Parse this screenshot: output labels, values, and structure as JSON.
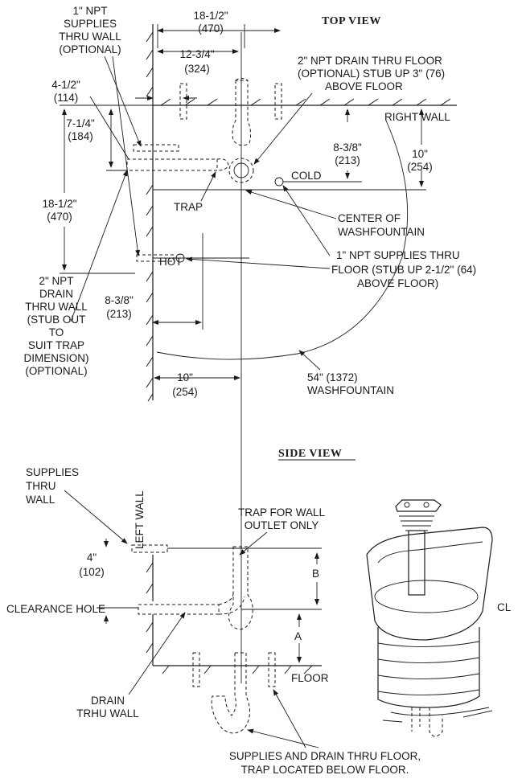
{
  "views": {
    "top": "TOP VIEW",
    "side": "SIDE VIEW"
  },
  "top": {
    "supplies_wall": [
      "1\" NPT",
      "SUPPLIES",
      "THRU WALL",
      "(OPTIONAL)"
    ],
    "dim_18_top": [
      "18-1/2\"",
      "(470)"
    ],
    "dim_12": [
      "12-3/4\"",
      "(324)"
    ],
    "drain_floor": [
      "2\" NPT DRAIN THRU FLOOR",
      "(OPTIONAL) STUB UP 3\" (76)",
      "ABOVE FLOOR"
    ],
    "right_wall": "RIGHT WALL",
    "dim_4": [
      "4-1/2\"",
      "(114)"
    ],
    "dim_7": [
      "7-1/4\"",
      "(184)"
    ],
    "dim_8_top": [
      "8-3/8\"",
      "(213)"
    ],
    "dim_10_right": [
      "10\"",
      "(254)"
    ],
    "cold": "COLD",
    "dim_18_left": [
      "18-1/2\"",
      "(470)"
    ],
    "trap": "TRAP",
    "center": [
      "CENTER OF",
      "WASHFOUNTAIN"
    ],
    "hot": "HOT",
    "supplies_floor": [
      "1\" NPT SUPPLIES THRU",
      "FLOOR (STUB UP 2-1/2\" (64)",
      "ABOVE FLOOR)"
    ],
    "drain_wall": [
      "2\" NPT",
      "DRAIN",
      "THRU WALL",
      "(STUB OUT",
      "TO",
      "SUIT TRAP",
      "DIMENSION)",
      "(OPTIONAL)"
    ],
    "dim_8_bottom": [
      "8-3/8\"",
      "(213)"
    ],
    "dim_10_bottom": [
      "10\"",
      "(254)"
    ],
    "washfountain": [
      "54\" (1372)",
      "WASHFOUNTAIN"
    ]
  },
  "side": {
    "supplies_wall": [
      "SUPPLIES",
      "THRU",
      "WALL"
    ],
    "left_wall": "LEFT WALL",
    "trap_wall": [
      "TRAP FOR WALL",
      "OUTLET ONLY"
    ],
    "dim_4": [
      "4\"",
      "(102)"
    ],
    "b": "B",
    "clearance": "CLEARANCE HOLE",
    "a": "A",
    "floor": "FLOOR",
    "drain_wall": [
      "DRAIN",
      "TRHU WALL"
    ],
    "supplies_drain_floor": [
      "SUPPLIES AND DRAIN THRU FLOOR,",
      "TRAP LOCATED BELOW FLOOR."
    ],
    "cl": "CL"
  }
}
